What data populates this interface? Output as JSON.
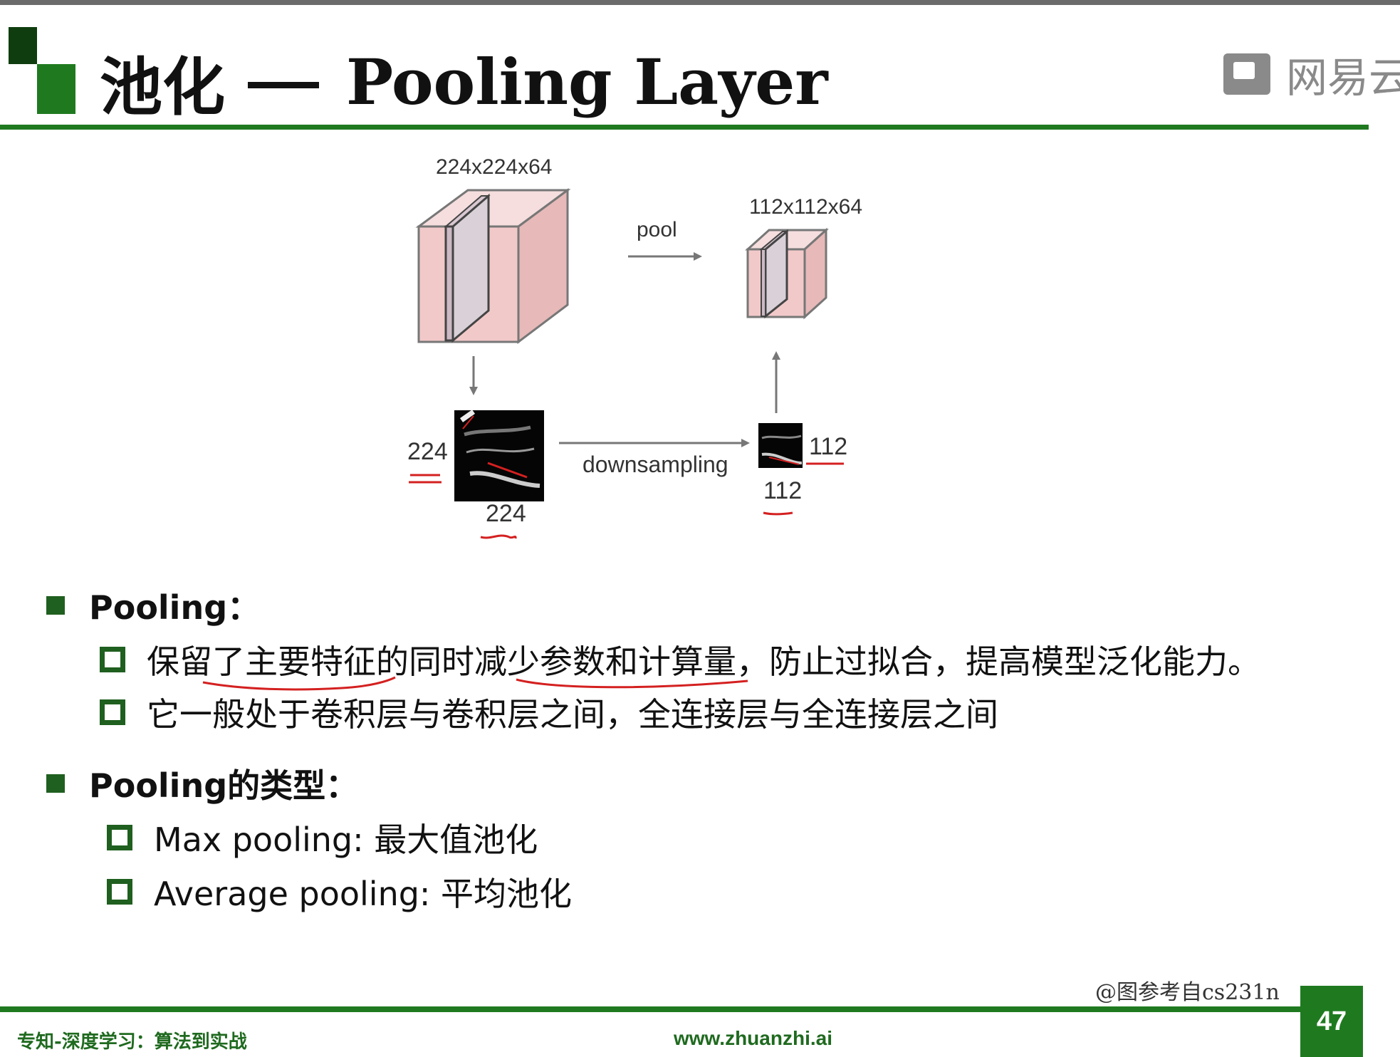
{
  "title": {
    "zh": "池化",
    "en": "Pooling Layer"
  },
  "brand": {
    "label": "网易云"
  },
  "diagram": {
    "input_dims": "224x224x64",
    "output_dims": "112x112x64",
    "pool_label": "pool",
    "downsampling_label": "downsampling",
    "input_height": "224",
    "input_width": "224",
    "output_height": "112",
    "output_width": "112"
  },
  "sections": [
    {
      "heading": "Pooling：",
      "items": [
        {
          "segments": [
            "保留",
            "了主要特征",
            "的同时",
            "减少参数和计算量",
            "，防止过拟合，提高模型泛化能力。"
          ]
        },
        {
          "text": "它一般处于卷积层与卷积层之间，全连接层与全连接层之间"
        }
      ]
    },
    {
      "heading": "Pooling的类型：",
      "items": [
        {
          "text": "Max pooling: 最大值池化"
        },
        {
          "text": "Average pooling: 平均池化"
        }
      ]
    }
  ],
  "source_note": "@图参考自cs231n",
  "footer": {
    "left": "专知-深度学习：算法到实战",
    "url": "www.zhuanzhi.ai",
    "page_number": "47"
  },
  "colors": {
    "accent": "#1f7a1f",
    "annotation": "#d42020",
    "cube": "#f2c9c9"
  }
}
